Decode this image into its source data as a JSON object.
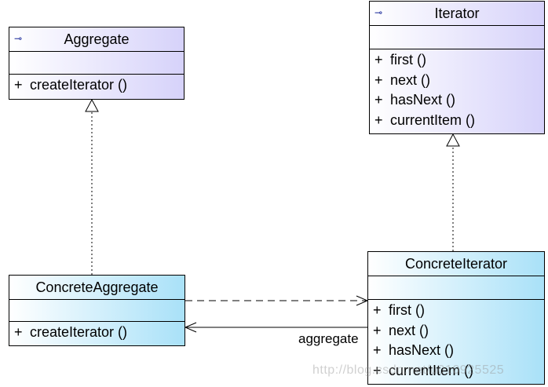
{
  "classes": {
    "aggregate": {
      "name": "Aggregate",
      "stereotype_icon": "⊸",
      "ops": [
        [
          "+",
          "createIterator ()"
        ]
      ]
    },
    "iterator": {
      "name": "Iterator",
      "stereotype_icon": "⊸",
      "ops": [
        [
          "+",
          "first ()"
        ],
        [
          "+",
          "next ()"
        ],
        [
          "+",
          "hasNext ()"
        ],
        [
          "+",
          "currentItem ()"
        ]
      ]
    },
    "concrete_aggregate": {
      "name": "ConcreteAggregate",
      "ops": [
        [
          "+",
          "createIterator ()"
        ]
      ]
    },
    "concrete_iterator": {
      "name": "ConcreteIterator",
      "ops": [
        [
          "+",
          "first ()"
        ],
        [
          "+",
          "next ()"
        ],
        [
          "+",
          "hasNext ()"
        ],
        [
          "+",
          "currentItem ()"
        ]
      ]
    }
  },
  "relations": {
    "association_label": "aggregate"
  },
  "colors": {
    "interface_fill": "#d6d2fa",
    "concrete_fill": "#a9e1f8",
    "line": "#000000"
  },
  "watermark": "http://blog.csdn.net/u010925525"
}
